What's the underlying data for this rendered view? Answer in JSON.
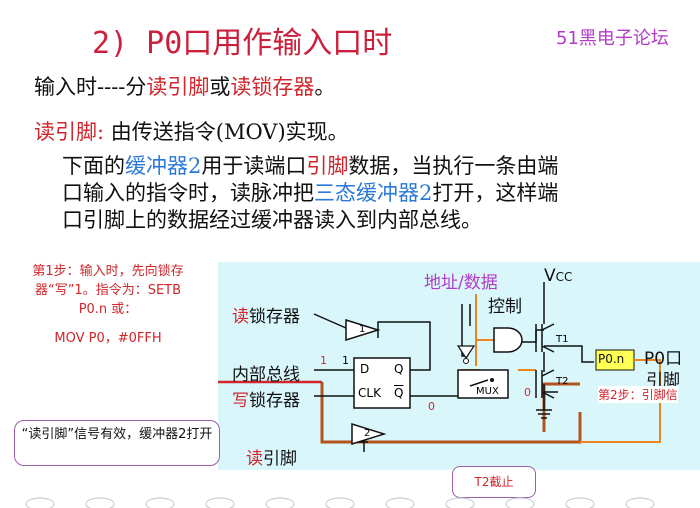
{
  "header": {
    "title_prefix": "2) P0",
    "title_main": "口用作输入口时",
    "brand": "51黑电子论坛"
  },
  "line1": {
    "a": "输入时----分",
    "b": "读引脚",
    "c": "或",
    "d": "读锁存器",
    "e": "。"
  },
  "line2": {
    "a": "读引脚:",
    "b": " 由传送指令(MOV)实现。"
  },
  "paragraph": {
    "r1a": "下面的",
    "r1b": "缓冲器2",
    "r1c": "用于读端口",
    "r1d": "引脚",
    "r1e": "数据，当执行一条由端",
    "r2a": "口输入的指令时，读脉冲把",
    "r2b": "三态缓冲器2",
    "r2c": "打开，这样端",
    "r3": "口引脚上的数据经过缓冲器读入到内部总线。"
  },
  "step1": {
    "text": "第1步：输入时，先向锁存器“写”1。指令为：SETB  P0.n 或：",
    "mov": "MOV  P0，#0FFH"
  },
  "diagram": {
    "read_latch_a": "读",
    "read_latch_b": "锁存器",
    "internal_bus": "内部总线",
    "write_latch_a": "写",
    "write_latch_b": "锁存器",
    "read_pin_a": "读",
    "read_pin_b": "引脚",
    "addr_data": "地址/数据",
    "vcc": "V",
    "vcc_sub": "CC",
    "control": "控制",
    "pin_box": "P0.n",
    "port_pin_1": "P0口",
    "port_pin_2": "引脚",
    "d": "D",
    "q": "Q",
    "clk": "CLK",
    "qbar": "Q",
    "mux": "MUX",
    "t1": "T1",
    "t2": "T2",
    "buf1": "1",
    "buf2": "2",
    "one_a": "1",
    "one_b": "1",
    "zero_a": "0",
    "zero_b": "0"
  },
  "callout": "“读引脚”信号有效，缓冲器2打开",
  "t2_note": "T2截止",
  "step2": "第2步：引脚信",
  "colors": {
    "title": "#cc1f3c",
    "accent_red": "#d0262c",
    "accent_blue": "#2c78d8",
    "brand": "#b23bc8",
    "diagram_bg": "#d9f6fb",
    "wire_brown": "#b3541e",
    "wire_orange": "#e8851e"
  }
}
